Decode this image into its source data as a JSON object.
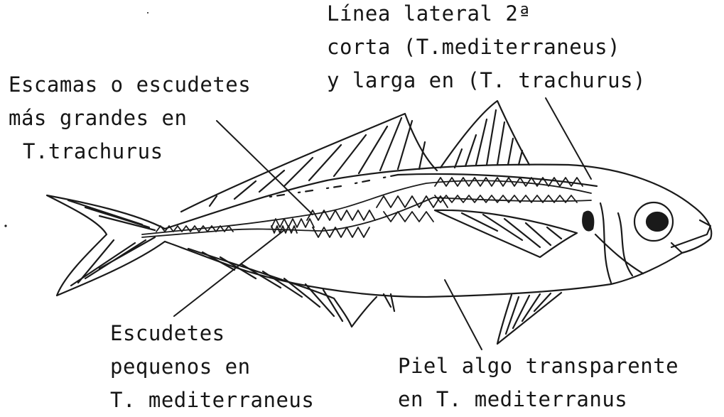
{
  "annotations": {
    "lateral_line": [
      "Línea lateral 2ª",
      "corta (T.mediterraneus)",
      "y larga en (T. trachurus)"
    ],
    "large_scales": [
      "Escamas o escudetes",
      "más grandes en",
      "T.trachurus"
    ],
    "small_scutes": [
      "Escudetes",
      "pequenos en",
      "T. mediterraneus"
    ],
    "skin": [
      "Piel algo transparente",
      "en T. mediterranus"
    ]
  },
  "colors": {
    "ink": "#1a1a1a",
    "background": "#ffffff"
  }
}
